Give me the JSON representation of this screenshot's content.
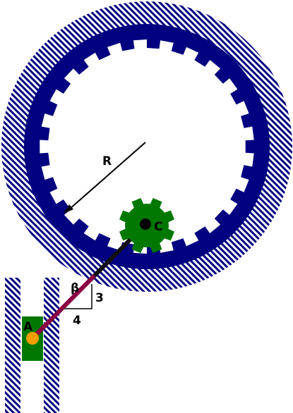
{
  "labels": {
    "radius": "R",
    "point_a": "A",
    "point_c": "C",
    "angle": "β",
    "slope_rise": "3",
    "slope_run": "4"
  },
  "colors": {
    "ring": "#000080",
    "hatch": "#000080",
    "planet_gear": "#007800",
    "slider_block": "#007800",
    "pin_a": "#f5a000",
    "connecting_rod": "#8a0045",
    "pivot_c": "#000000",
    "background": "#ffffff"
  },
  "ring_gear": {
    "tooth_count": 25
  },
  "planet_gear": {
    "tooth_count": 8
  }
}
